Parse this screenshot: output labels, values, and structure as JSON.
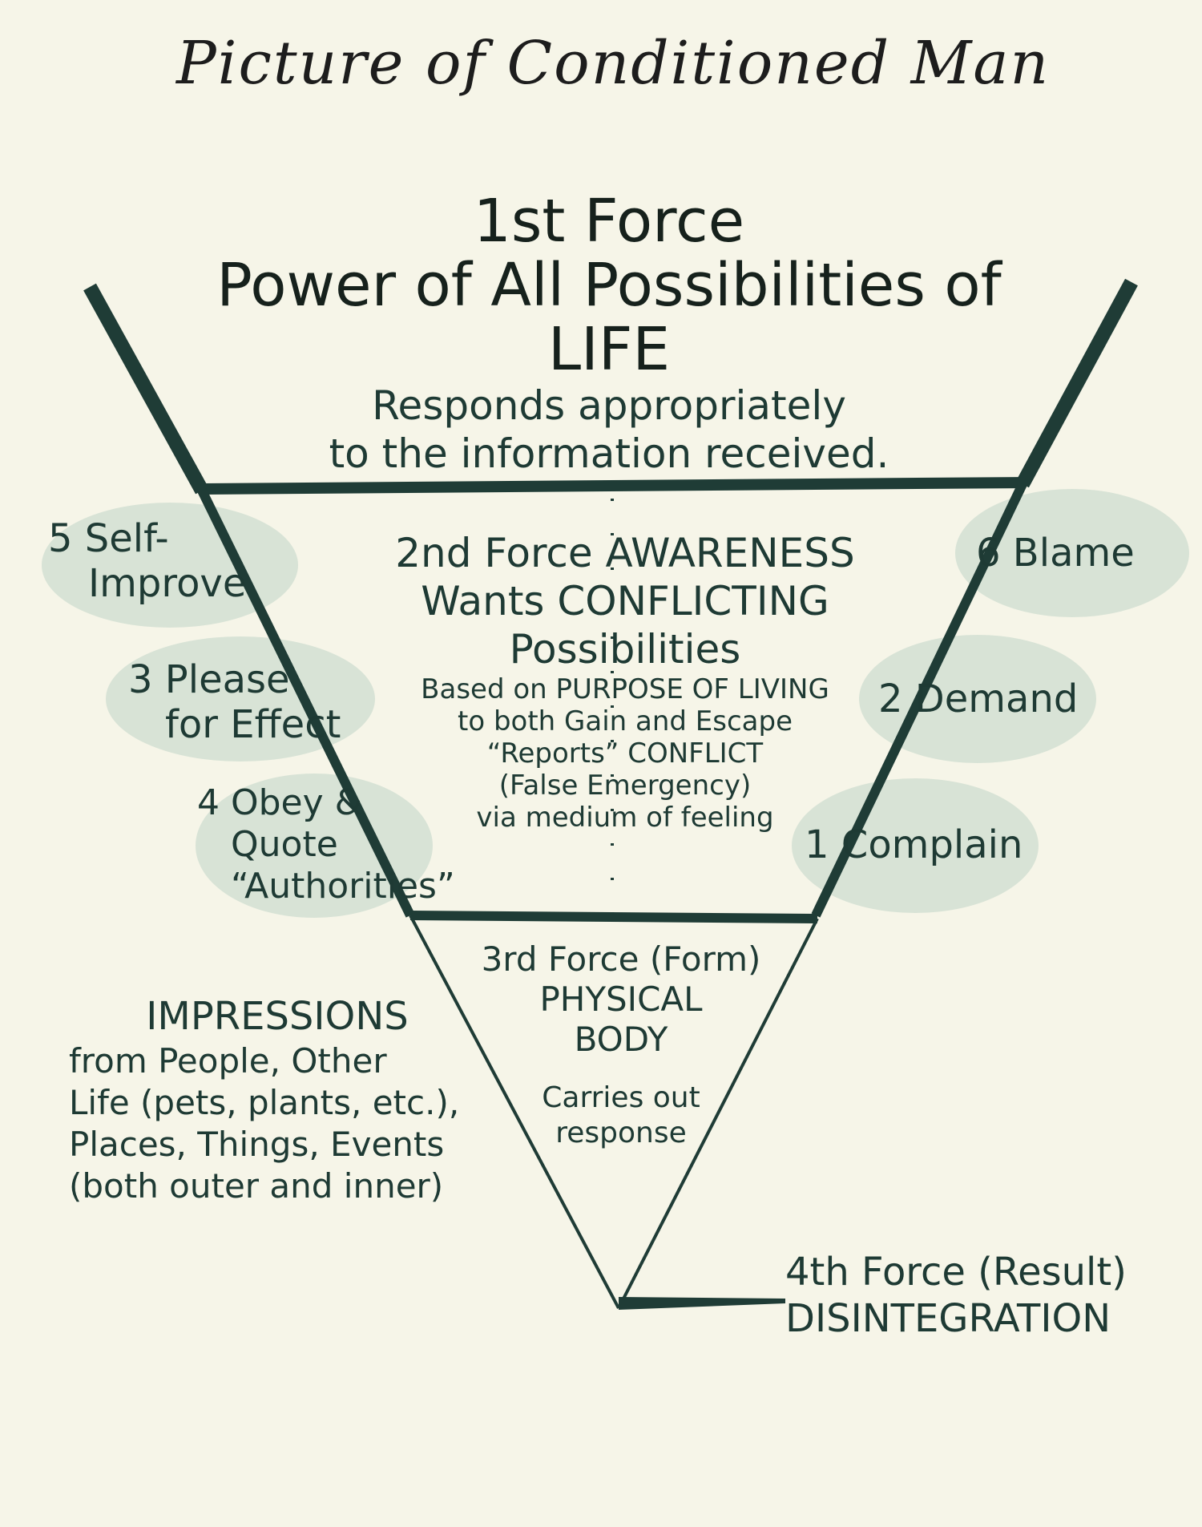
{
  "title": "Picture of Conditioned Man",
  "first_force": {
    "heading": "1st Force",
    "line2": "Power of All Possibilities of",
    "line3": "LIFE",
    "line4": "Responds appropriately",
    "line5": "to the information received."
  },
  "second_force": {
    "line1": "2nd Force AWARENESS",
    "line2": "Wants CONFLICTING",
    "line3": "Possibilities",
    "line4": "Based on PURPOSE OF LIVING",
    "line5": "to both Gain and Escape",
    "line6": "“Reports” CONFLICT",
    "line7": "(False Emergency)",
    "line8": "via medium of feeling"
  },
  "third_force": {
    "line1": "3rd Force (Form)",
    "line2": "PHYSICAL",
    "line3": "BODY",
    "line4": "Carries out",
    "line5": "response"
  },
  "fourth_force": {
    "line1": "4th Force (Result)",
    "line2": "DISINTEGRATION"
  },
  "impressions": {
    "head": "IMPRESSIONS",
    "line2": "from People, Other",
    "line3": "Life (pets, plants, etc.),",
    "line4": "Places, Things, Events",
    "line5": "(both outer and inner)"
  },
  "bubbles": {
    "self_improve": [
      "5 Self-",
      "Improve"
    ],
    "please": [
      "3 Please",
      "for Effect"
    ],
    "obey": [
      "4 Obey &",
      "Quote",
      "“Authorities”"
    ],
    "blame": [
      "6 Blame"
    ],
    "demand": [
      "2 Demand"
    ],
    "complain": [
      "1 Complain"
    ]
  },
  "colors": {
    "background": "#f6f5e8",
    "ink": "#1e3a34",
    "lines": "#1f3c36",
    "bubble": "#d8e3d6"
  }
}
